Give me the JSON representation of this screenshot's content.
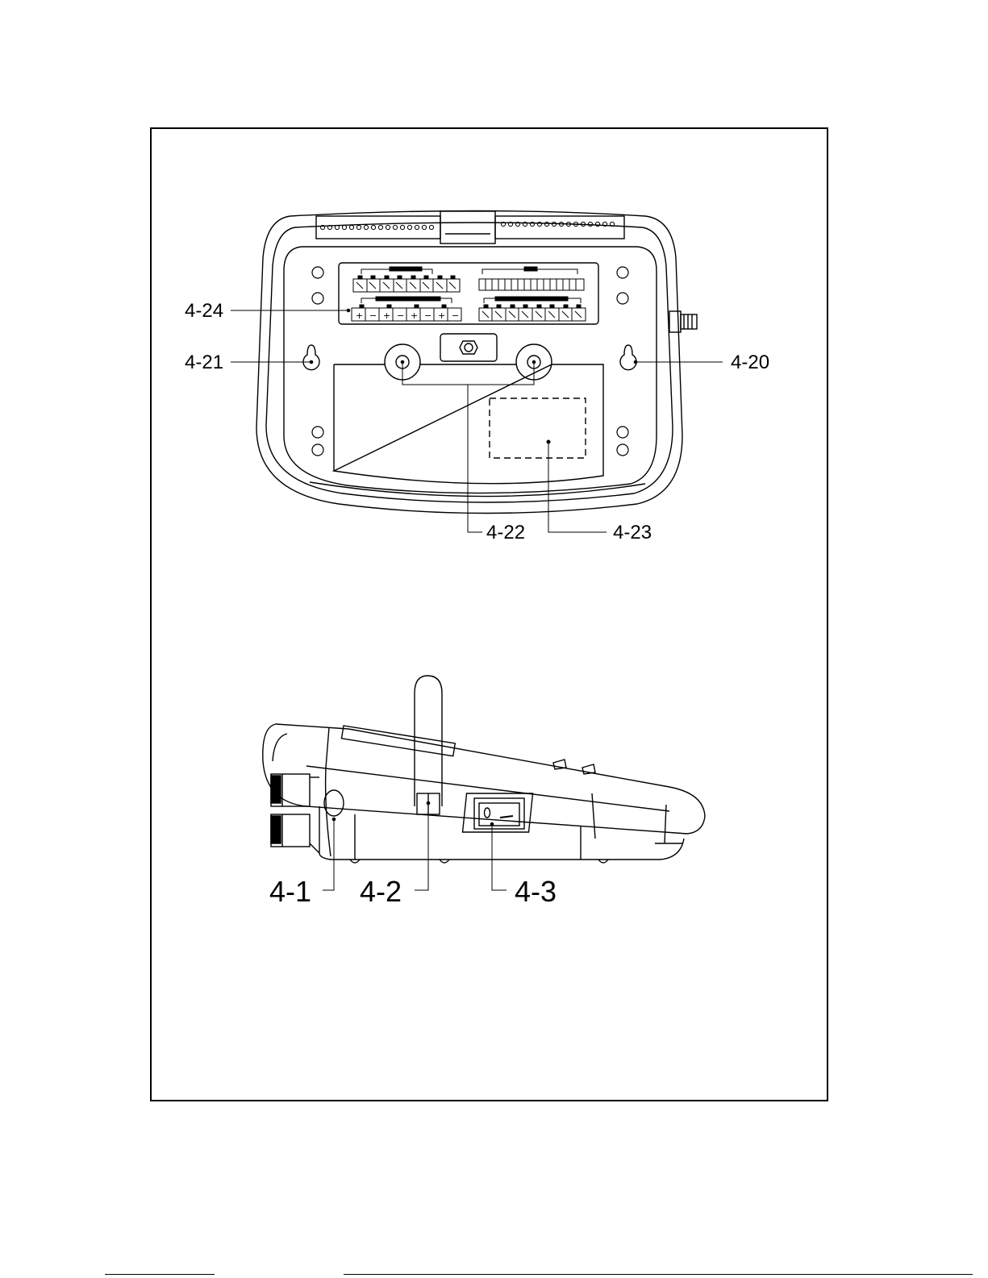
{
  "diagram": {
    "top_view_labels": {
      "l4_24": "4-24",
      "l4_21": "4-21",
      "l4_20": "4-20",
      "l4_22": "4-22",
      "l4_23": "4-23"
    },
    "side_view_labels": {
      "l4_1": "4-1",
      "l4_2": "4-2",
      "l4_3": "4-3"
    },
    "terminal_polarity": {
      "plus": "+",
      "minus": "−"
    }
  }
}
